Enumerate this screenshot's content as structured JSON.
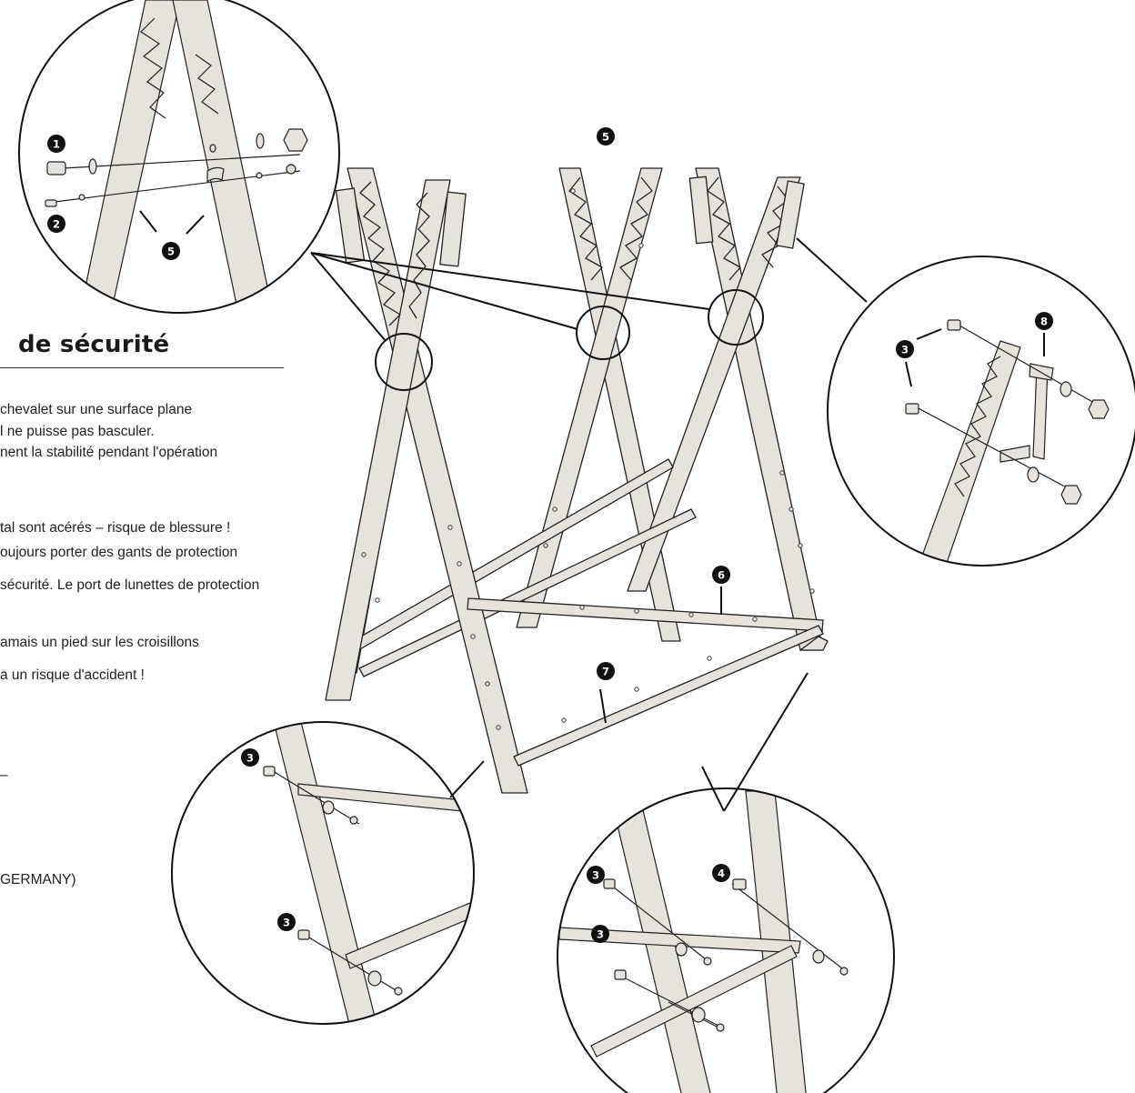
{
  "section": {
    "title": "de sécurité",
    "lines": [
      "chevalet sur une surface plane",
      "l ne puisse pas basculer.",
      "nent la stabilité pendant l'opération",
      "tal sont acérés – risque de blessure !",
      "oujours porter des gants de protection",
      "sécurité. Le port de lunettes de protection",
      "amais un pied sur les croisillons",
      "a un risque d'accident !",
      "–",
      "GERMANY)"
    ]
  },
  "callouts": {
    "n1": "1",
    "n2": "2",
    "n3": "3",
    "n4": "4",
    "n5": "5",
    "n6": "6",
    "n7": "7",
    "n8": "8"
  },
  "colors": {
    "part_fill": "#e7e3dc",
    "outline": "#222222",
    "marker": "#111111"
  }
}
